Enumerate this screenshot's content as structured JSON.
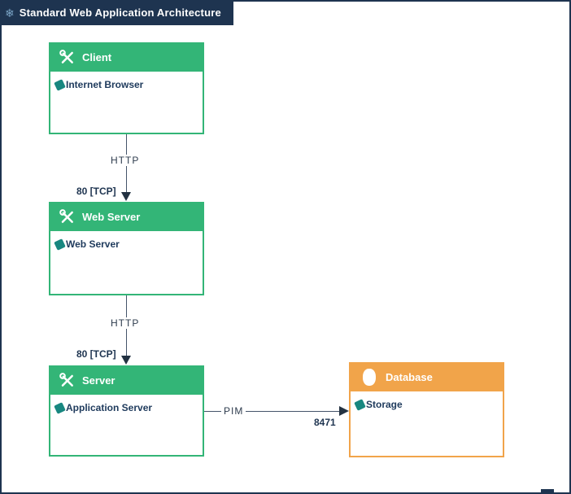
{
  "window": {
    "title": "Standard Web Application Architecture"
  },
  "icons": {
    "title_icon_glyph": "❄",
    "node_header_icon": "crossed-tools",
    "database_header_icon": "database-blob",
    "item_icon": "teal-diamond"
  },
  "nodes": {
    "client": {
      "title": "Client",
      "item": "Internet Browser"
    },
    "web_server": {
      "title": "Web Server",
      "item": "Web Server"
    },
    "server": {
      "title": "Server",
      "item": "Application Server"
    },
    "database": {
      "title": "Database",
      "item": "Storage"
    }
  },
  "edges": {
    "client_to_webserver": {
      "protocol": "HTTP",
      "port": "80 [TCP]"
    },
    "webserver_to_server": {
      "protocol": "HTTP",
      "port": "80 [TCP]"
    },
    "server_to_database": {
      "protocol": "PIM",
      "port": "8471"
    }
  },
  "colors": {
    "title_bar": "#1e3450",
    "node_green": "#33b577",
    "node_orange": "#f1a44a",
    "item_icon_teal": "#188780",
    "edge_line": "#44546a",
    "edge_arrow": "#233242",
    "item_text": "#1e3a5c"
  }
}
